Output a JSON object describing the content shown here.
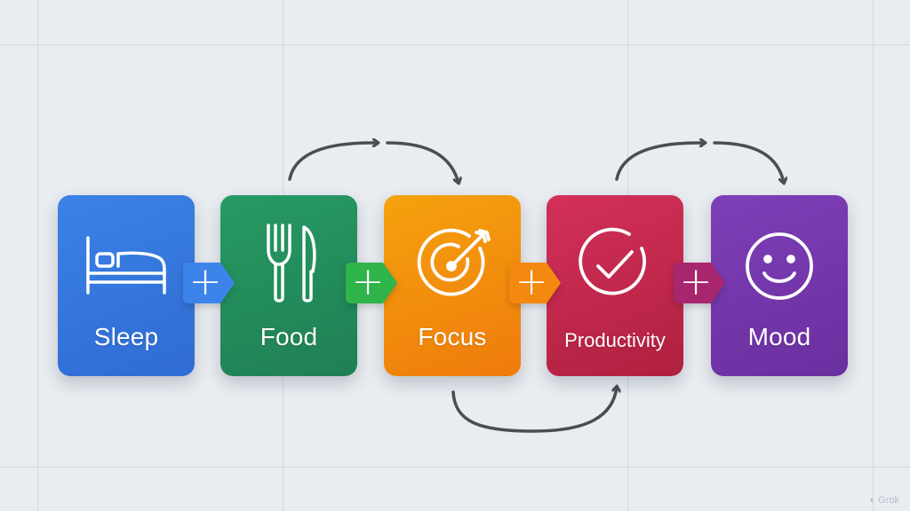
{
  "tiles": [
    {
      "label": "Sleep",
      "icon": "bed-icon",
      "color_top": "#3b82e6",
      "color_bottom": "#2f6cd3"
    },
    {
      "label": "Food",
      "icon": "fork-knife-icon",
      "color_top": "#279a63",
      "color_bottom": "#1f7f55"
    },
    {
      "label": "Focus",
      "icon": "target-icon",
      "color_top": "#f5a20e",
      "color_bottom": "#ef7b0c"
    },
    {
      "label": "Productivity",
      "icon": "checkmark-circle-icon",
      "color_top": "#d3305a",
      "color_bottom": "#b0203f"
    },
    {
      "label": "Mood",
      "icon": "smiley-icon",
      "color_top": "#7f3fb7",
      "color_bottom": "#6a2f9f"
    }
  ],
  "connectors": [
    {
      "symbol": "+",
      "color": "#3d84ea",
      "icon": "plus-icon"
    },
    {
      "symbol": "+",
      "color": "#2fb449",
      "icon": "plus-icon"
    },
    {
      "symbol": "+",
      "color": "#f3890f",
      "icon": "plus-icon"
    },
    {
      "symbol": "+",
      "color": "#a8266e",
      "icon": "plus-icon"
    }
  ],
  "flow_arrows": [
    {
      "from": "Food",
      "to": "Focus",
      "side": "top"
    },
    {
      "from": "Focus",
      "to": "Productivity",
      "side": "bottom"
    },
    {
      "from": "Productivity",
      "to": "Mood",
      "side": "top"
    }
  ],
  "watermark": "Grok",
  "colors": {
    "background": "#e9ecf1",
    "grid": "#d3d8df",
    "arrow": "#4a4d52"
  }
}
